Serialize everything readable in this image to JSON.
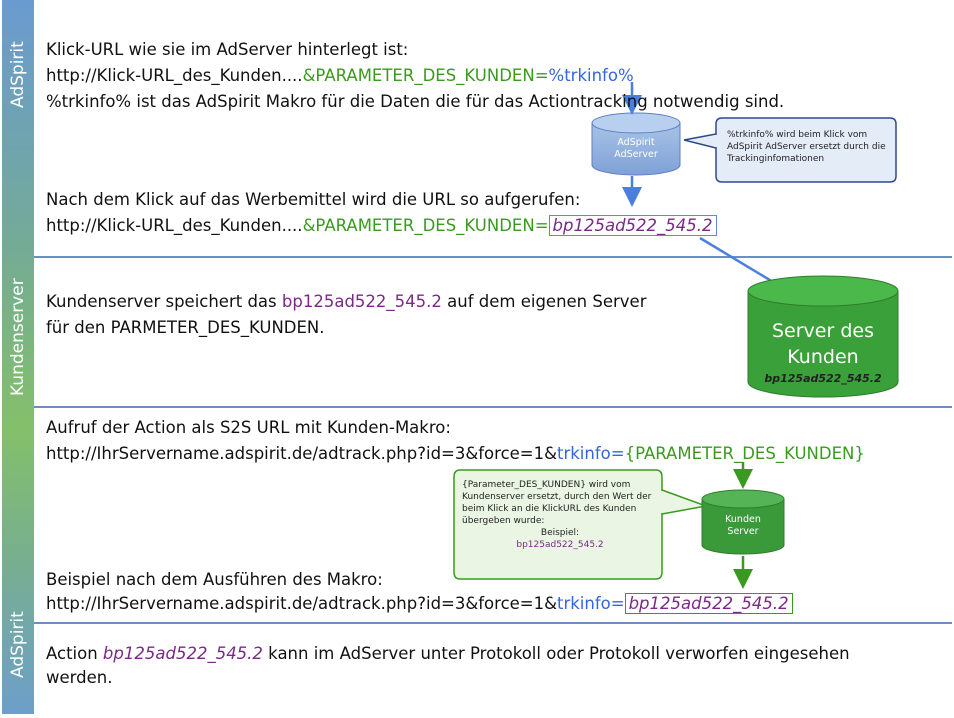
{
  "sidebar": {
    "top_label": "AdSpirit",
    "middle_label": "Kundenserver",
    "bottom_label": "AdSpirit"
  },
  "section1": {
    "line1": "Klick-URL wie sie im AdServer hinterlegt ist:",
    "url_base": "http://Klick-URL_des_Kunden....",
    "url_param": "&PARAMETER_DES_KUNDEN",
    "url_eq": "=",
    "url_macro": "%trkinfo%",
    "line3": "%trkinfo% ist das AdSpirit Makro für die Daten die für das Actiontracking notwendig sind.",
    "db_label_1": "AdSpirit",
    "db_label_2": "AdServer",
    "callout": "%trkinfo% wird beim Klick vom AdSpirit AdServer ersetzt durch die Trackinginfomationen",
    "line4": "Nach dem Klick auf das Werbemittel wird die URL so aufgerufen:",
    "url2_base": "http://Klick-URL_des_Kunden....",
    "url2_param": "&PARAMETER_DES_KUNDEN",
    "url2_eq": "=",
    "url2_value": "bp125ad522_545.2"
  },
  "section2": {
    "line1_pre": "Kundenserver speichert das ",
    "line1_value": "bp125ad522_545.2",
    "line1_post": " auf dem eigenen Server",
    "line2": "für den PARMETER_DES_KUNDEN.",
    "server_title_1": "Server des",
    "server_title_2": "Kunden",
    "server_value": "bp125ad522_545.2"
  },
  "section3": {
    "line1": "Aufruf der Action als S2S URL mit Kunden-Makro:",
    "url_base": "http://IhrServername.adspirit.de/adtrack.php?id=3&force=1&",
    "url_key": "trkinfo",
    "url_eq": "=",
    "url_macro": "{PARAMETER_DES_KUNDEN}",
    "callout_text": "{Parameter_DES_KUNDEN} wird vom Kundenserver ersetzt, durch den Wert der beim Klick an die KlickURL des Kunden übergeben wurde:",
    "callout_example_label": "Beispiel:",
    "callout_example_value": "bp125ad522_545.2",
    "db_label_1": "Kunden",
    "db_label_2": "Server",
    "line3": "Beispiel nach dem Ausführen des Makro:",
    "url2_base": "http://IhrServername.adspirit.de/adtrack.php?id=3&force=1&",
    "url2_key": "trkinfo",
    "url2_eq": "=",
    "url2_value": "bp125ad522_545.2"
  },
  "section4": {
    "pre": "Action ",
    "value": "bp125ad522_545.2",
    "post": " kann im AdServer unter Protokoll oder Protokoll verworfen eingesehen werden."
  },
  "colors": {
    "green": "#3a9a1f",
    "blue": "#3366dd",
    "purple": "#7a2a86",
    "divider": "#6a8fc4"
  }
}
